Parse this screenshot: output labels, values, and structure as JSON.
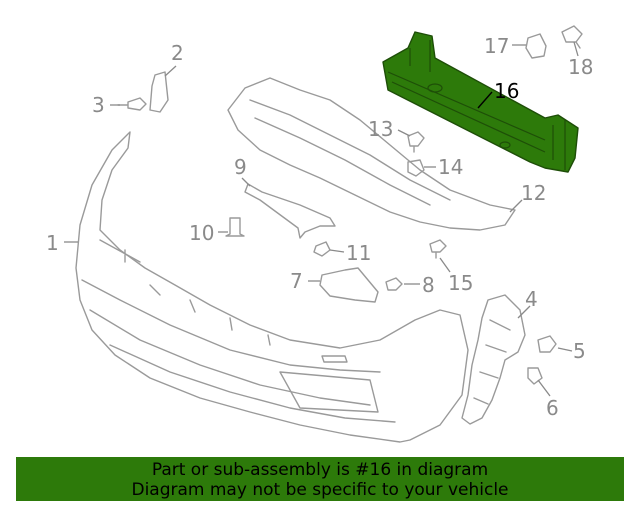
{
  "diagram": {
    "callouts": [
      "1",
      "2",
      "3",
      "4",
      "5",
      "6",
      "7",
      "8",
      "9",
      "10",
      "11",
      "12",
      "13",
      "14",
      "15",
      "16",
      "17",
      "18"
    ],
    "highlighted_callout": "16",
    "highlight_color": "#2d7a0a",
    "part_line_color": "#9a9a9a"
  },
  "banner": {
    "line1": "Part or sub-assembly is #16 in diagram",
    "line2": "Diagram may not be specific to your vehicle",
    "background": "#2d7a0a"
  }
}
